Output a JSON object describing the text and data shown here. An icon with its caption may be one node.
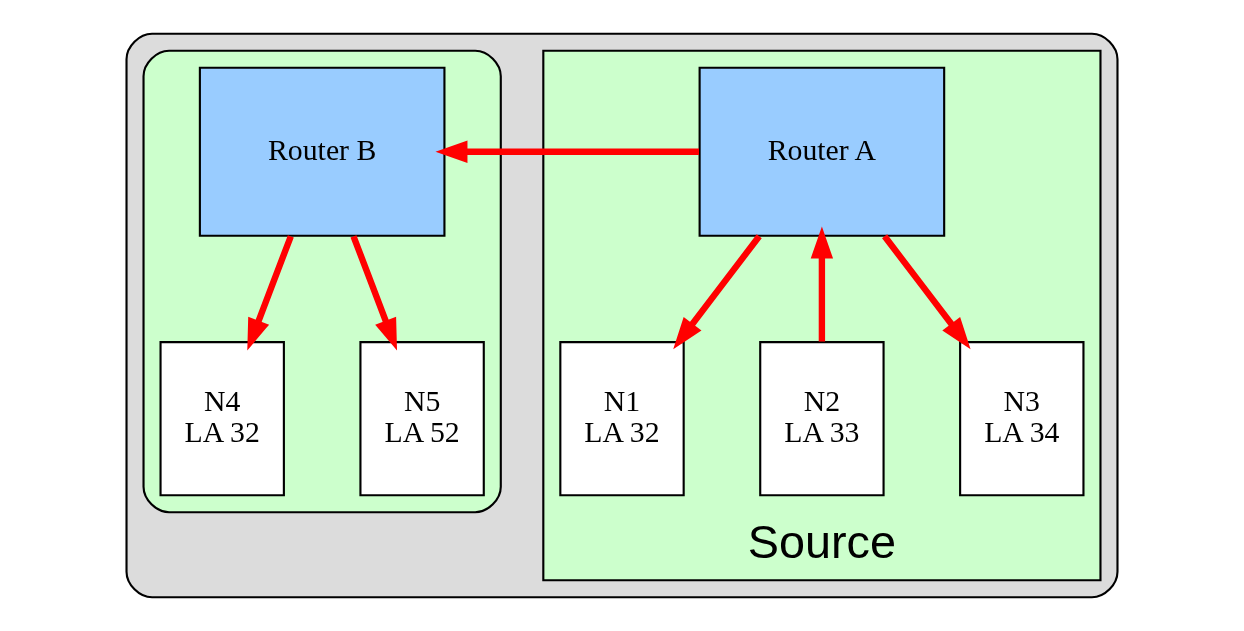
{
  "diagram": {
    "nodes": [
      {
        "text": [],
        "shape": "octagon"
      },
      {
        "text": [
          "Source"
        ],
        "in": 0
      },
      {
        "text": [],
        "shape": "octagon",
        "in": 0
      },
      {
        "text": [
          "Router A"
        ],
        "in": 1
      },
      {
        "text": [
          "N1",
          "LA 32"
        ],
        "in": 1
      },
      {
        "text": [
          "N2",
          "LA 33"
        ],
        "in": 1
      },
      {
        "text": [
          "N3",
          "LA 34"
        ],
        "in": 1
      },
      {
        "text": [
          "Router B"
        ],
        "in": 2
      },
      {
        "text": [
          "N4",
          "LA 32"
        ],
        "in": 2
      },
      {
        "text": [
          "N5",
          "LA 52"
        ],
        "in": 2
      }
    ],
    "edges": [
      {
        "from": 3,
        "to": 4,
        "arrow": "to"
      },
      {
        "from": 5,
        "to": 3,
        "arrow": "to"
      },
      {
        "from": 3,
        "to": 6,
        "arrow": "to"
      },
      {
        "from": 3,
        "to": 7,
        "arrow": "to"
      },
      {
        "from": 7,
        "to": 8,
        "arrow": "to"
      },
      {
        "from": 7,
        "to": 9,
        "arrow": "to"
      }
    ]
  }
}
